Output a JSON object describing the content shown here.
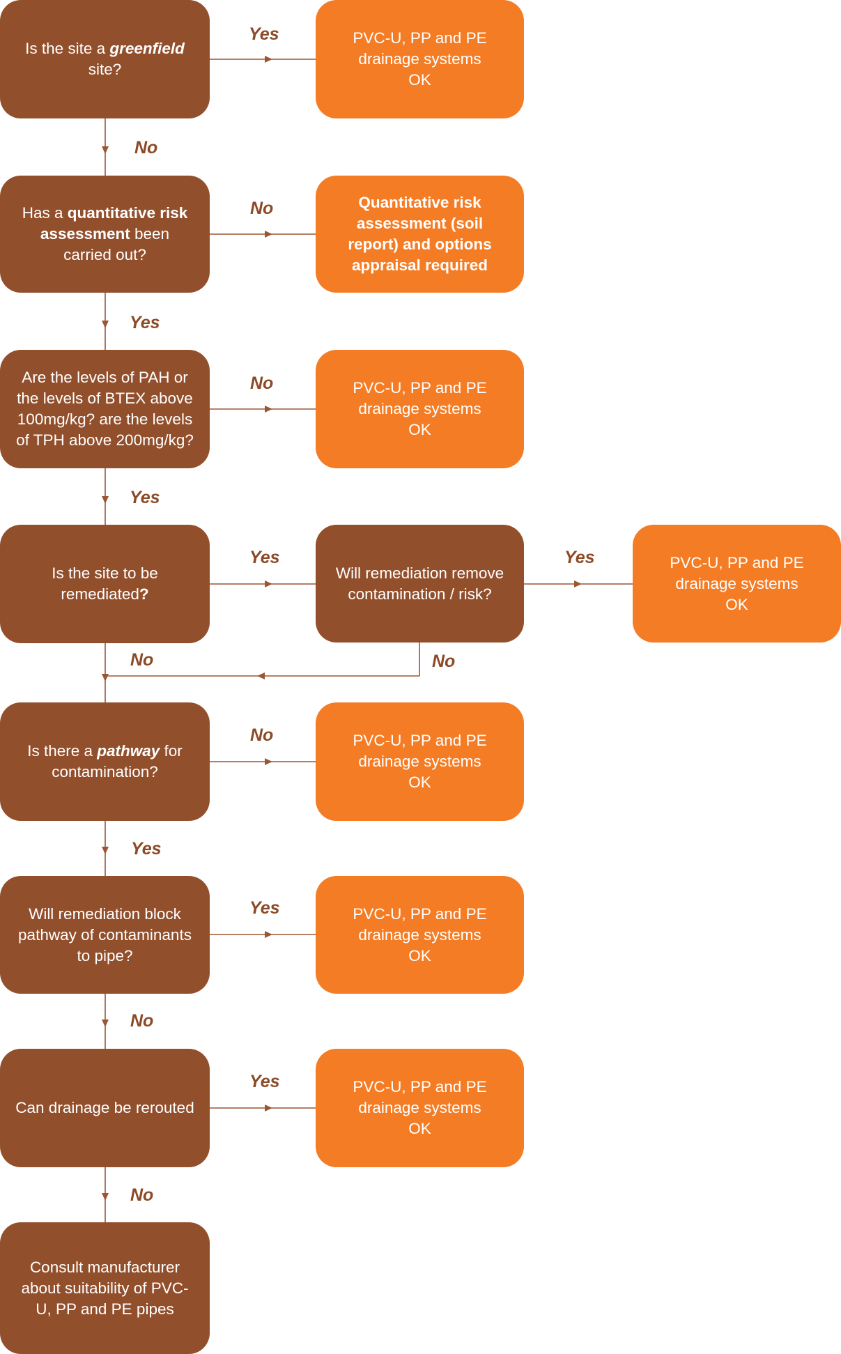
{
  "colors": {
    "question": "#924f2c",
    "result": "#f47c25",
    "label": "#8c4a26",
    "line": "#9a5733"
  },
  "questions": [
    {
      "parts": [
        {
          "t": "Is the site a "
        },
        {
          "t": "greenfield",
          "s": "bi"
        },
        {
          "t": " site?"
        }
      ]
    },
    {
      "parts": [
        {
          "t": "Has a "
        },
        {
          "t": "quantitative risk assessment",
          "s": "b"
        },
        {
          "t": " been carried out?"
        }
      ]
    },
    {
      "parts": [
        {
          "t": "Are the levels of PAH or the levels of BTEX above 100mg/kg? are the levels of TPH above 200mg/kg?"
        }
      ]
    },
    {
      "parts": [
        {
          "t": "Is the site to be remediated"
        },
        {
          "t": "?",
          "s": "b"
        }
      ]
    },
    {
      "parts": [
        {
          "t": "Is there a "
        },
        {
          "t": "pathway",
          "s": "bi"
        },
        {
          "t": " for contamination?"
        }
      ]
    },
    {
      "parts": [
        {
          "t": "Will remediation block pathway of contaminants to pipe?"
        }
      ]
    },
    {
      "parts": [
        {
          "t": "Can drainage be rerouted"
        }
      ]
    },
    {
      "parts": [
        {
          "t": "Consult manufacturer about suitability of PVC-U, PP and PE pipes"
        }
      ]
    }
  ],
  "mid_question": {
    "text": "Will remediation remove contamination / risk?"
  },
  "results": [
    "PVC-U, PP and PE drainage systems OK",
    "Quantitative risk assessment (soil report) and options appraisal required",
    "PVC-U, PP and PE drainage systems OK",
    "PVC-U, PP and PE drainage systems OK",
    "PVC-U, PP and PE drainage systems OK",
    "PVC-U, PP and PE drainage systems OK",
    "PVC-U, PP and PE drainage systems OK"
  ],
  "labels": {
    "q1_right": "Yes",
    "q1_down": "No",
    "q2_right": "No",
    "q2_down": "Yes",
    "q3_right": "No",
    "q3_down": "Yes",
    "q4_right": "Yes",
    "q4_down": "No",
    "mid_right": "Yes",
    "mid_down": "No",
    "q5_right": "No",
    "q5_down": "Yes",
    "q6_right": "Yes",
    "q6_down": "No",
    "q7_right": "Yes",
    "q7_down": "No"
  }
}
